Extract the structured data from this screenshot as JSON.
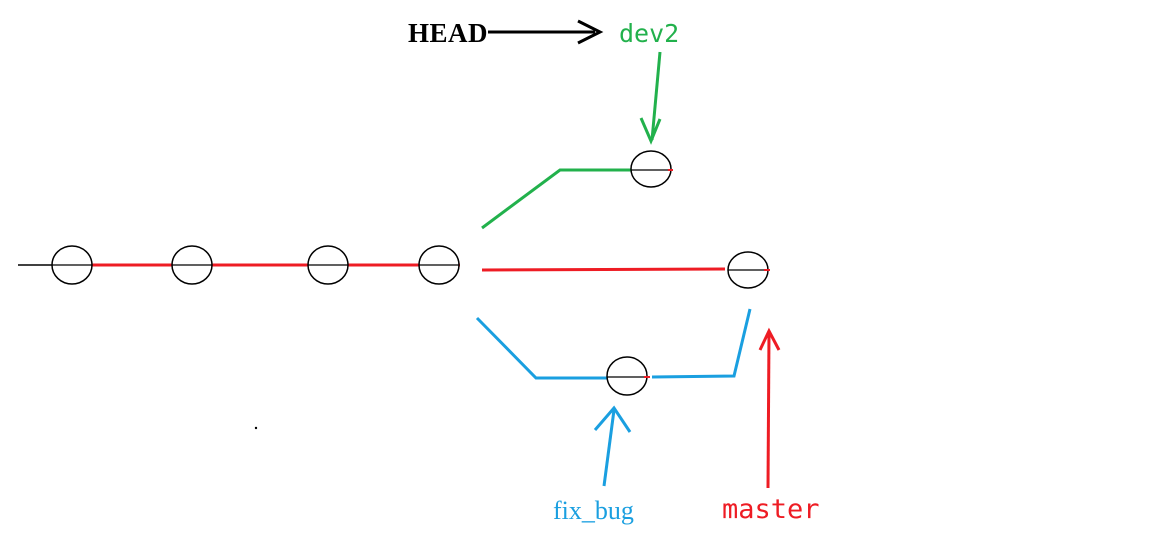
{
  "labels": {
    "head": "HEAD",
    "dev2": "dev2",
    "fix_bug": "fix_bug",
    "master": "master"
  },
  "colors": {
    "black": "#000000",
    "red": "#ee1c24",
    "green": "#22b14c",
    "blue": "#1a9fe0"
  }
}
